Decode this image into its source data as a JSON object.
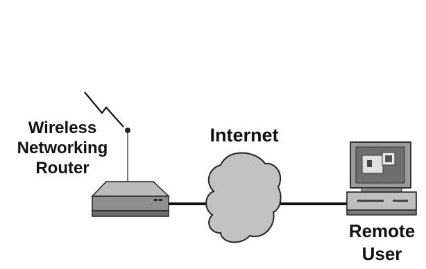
{
  "diagram": {
    "router": {
      "label_lines": [
        "Wireless",
        "Networking",
        "Router"
      ]
    },
    "internet": {
      "label": "Internet"
    },
    "remote": {
      "label_lines": [
        "Remote",
        "User"
      ]
    }
  }
}
